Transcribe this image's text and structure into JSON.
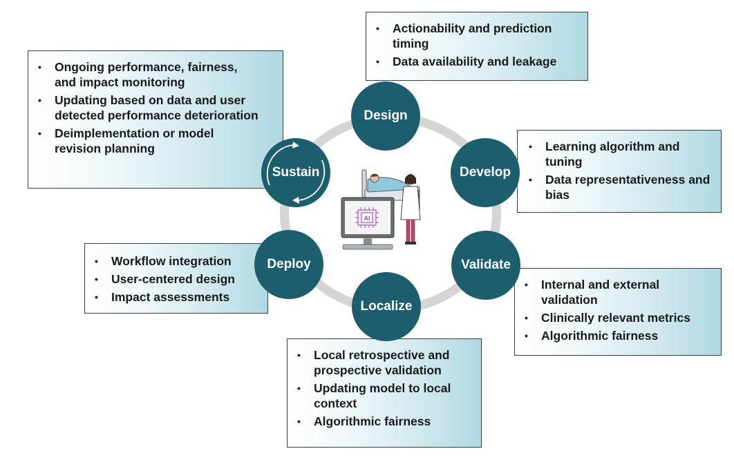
{
  "stages": {
    "design": "Design",
    "develop": "Develop",
    "validate": "Validate",
    "localize": "Localize",
    "deploy": "Deploy",
    "sustain": "Sustain"
  },
  "design_box": {
    "items": [
      "Actionability and prediction timing",
      "Data availability and leakage"
    ]
  },
  "develop_box": {
    "items": [
      "Learning algorithm and tuning",
      "Data representativeness and bias"
    ]
  },
  "validate_box": {
    "items": [
      "Internal and external validation",
      "Clinically relevant metrics",
      "Algorithmic fairness"
    ]
  },
  "localize_box": {
    "items": [
      "Local retrospective and prospective validation",
      "Updating model to local context",
      "Algorithmic fairness"
    ]
  },
  "deploy_box": {
    "items": [
      "Workflow integration",
      "User-centered design",
      "Impact assessments"
    ]
  },
  "sustain_box": {
    "items": [
      "Ongoing performance, fairness, and impact monitoring",
      "Updating based on data and user detected performance deterioration",
      "Deimplementation or model revision planning"
    ]
  },
  "illustration": {
    "screen_label": "AI"
  },
  "colors": {
    "stage_fill": "#1c5d6e",
    "ring": "#d5d5d5",
    "box_gradient_end": "#afd9e2"
  }
}
